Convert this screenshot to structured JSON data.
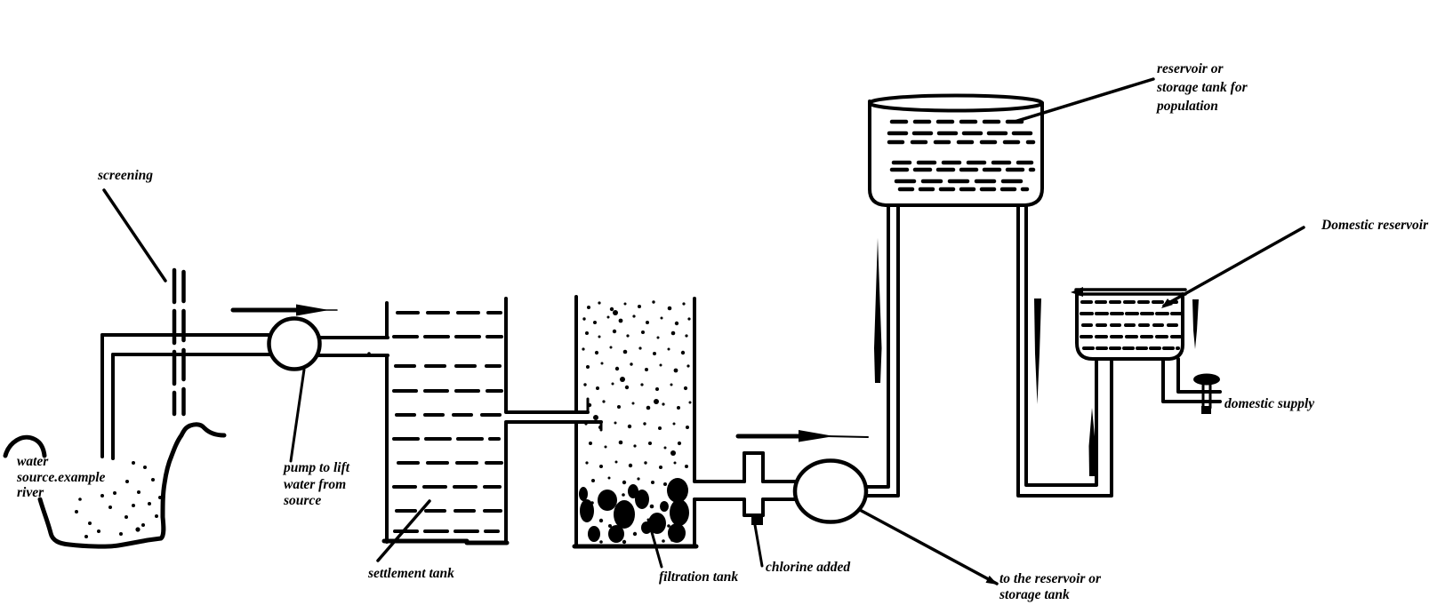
{
  "colors": {
    "ink": "#000000",
    "background": "#ffffff",
    "text": "#000000"
  },
  "labels": {
    "screening": "screening",
    "water_source": "water\nsource.example\nriver",
    "pump_lift": "pump to lift\nwater from\nsource",
    "settlement_tank": "settlement tank",
    "filtration_tank": "filtration tank",
    "chlorine_added": "chlorine added",
    "to_reservoir": "to the reservoir or\nstorage tank",
    "storage_reservoir": "reservoir or\nstorage tank for\npopulation",
    "domestic_reservoir": "Domestic reservoir",
    "domestic_supply": "domestic supply"
  }
}
